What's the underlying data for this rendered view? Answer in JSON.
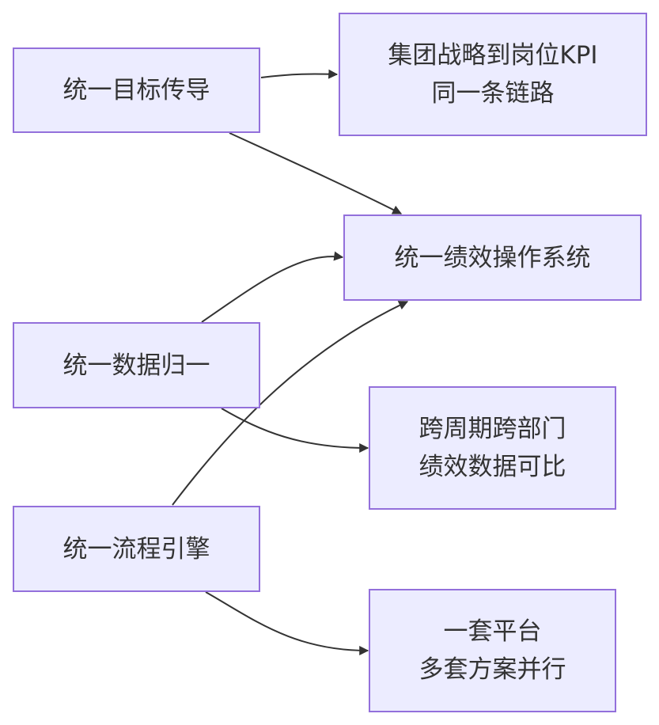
{
  "nodes": {
    "goal": {
      "lines": [
        "统一目标传导"
      ]
    },
    "kpi": {
      "lines": [
        "集团战略到岗位KPI",
        "同一条链路"
      ]
    },
    "system": {
      "lines": [
        "统一绩效操作系统"
      ]
    },
    "data": {
      "lines": [
        "统一数据归一"
      ]
    },
    "compare": {
      "lines": [
        "跨周期跨部门",
        "绩效数据可比"
      ]
    },
    "flow": {
      "lines": [
        "统一流程引擎"
      ]
    },
    "platform": {
      "lines": [
        "一套平台",
        "多套方案并行"
      ]
    }
  },
  "edges": [
    {
      "from": "goal",
      "to": "kpi"
    },
    {
      "from": "goal",
      "to": "system"
    },
    {
      "from": "data",
      "to": "system"
    },
    {
      "from": "data",
      "to": "compare"
    },
    {
      "from": "flow",
      "to": "system"
    },
    {
      "from": "flow",
      "to": "platform"
    }
  ],
  "colors": {
    "node_fill": "#ECECFF",
    "node_border": "#9370DB",
    "edge": "#333333",
    "text": "#333333"
  }
}
